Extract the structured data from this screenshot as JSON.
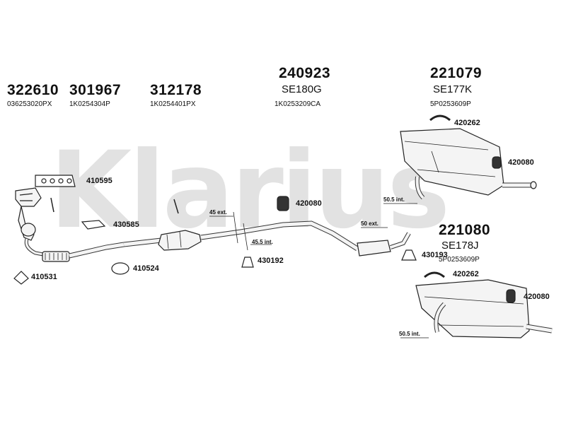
{
  "watermark": "Klarius",
  "groups": [
    {
      "code": "322610",
      "sub": "036253020PX"
    },
    {
      "code": "301967",
      "sub": "1K0254304P"
    },
    {
      "code": "312178",
      "sub": "1K0254401PX"
    },
    {
      "code": "240923",
      "name": "SE180G",
      "sub": "1K0253209CA"
    },
    {
      "code": "221079",
      "name": "SE177K",
      "sub": "5P0253609P"
    },
    {
      "code": "221080",
      "name": "SE178J",
      "sub": "5P0253609P"
    }
  ],
  "parts": [
    {
      "id": "420262"
    },
    {
      "id": "420080"
    },
    {
      "id": "410595"
    },
    {
      "id": "430585"
    },
    {
      "id": "420080"
    },
    {
      "id": "430192"
    },
    {
      "id": "430193"
    },
    {
      "id": "410531"
    },
    {
      "id": "410524"
    },
    {
      "id": "420262"
    },
    {
      "id": "420080"
    }
  ],
  "dims": {
    "ext45": "45 ext.",
    "int455": "45.5 int.",
    "int505_a": "50.5 int.",
    "ext50": "50 ext.",
    "int505_b": "50.5 int."
  }
}
